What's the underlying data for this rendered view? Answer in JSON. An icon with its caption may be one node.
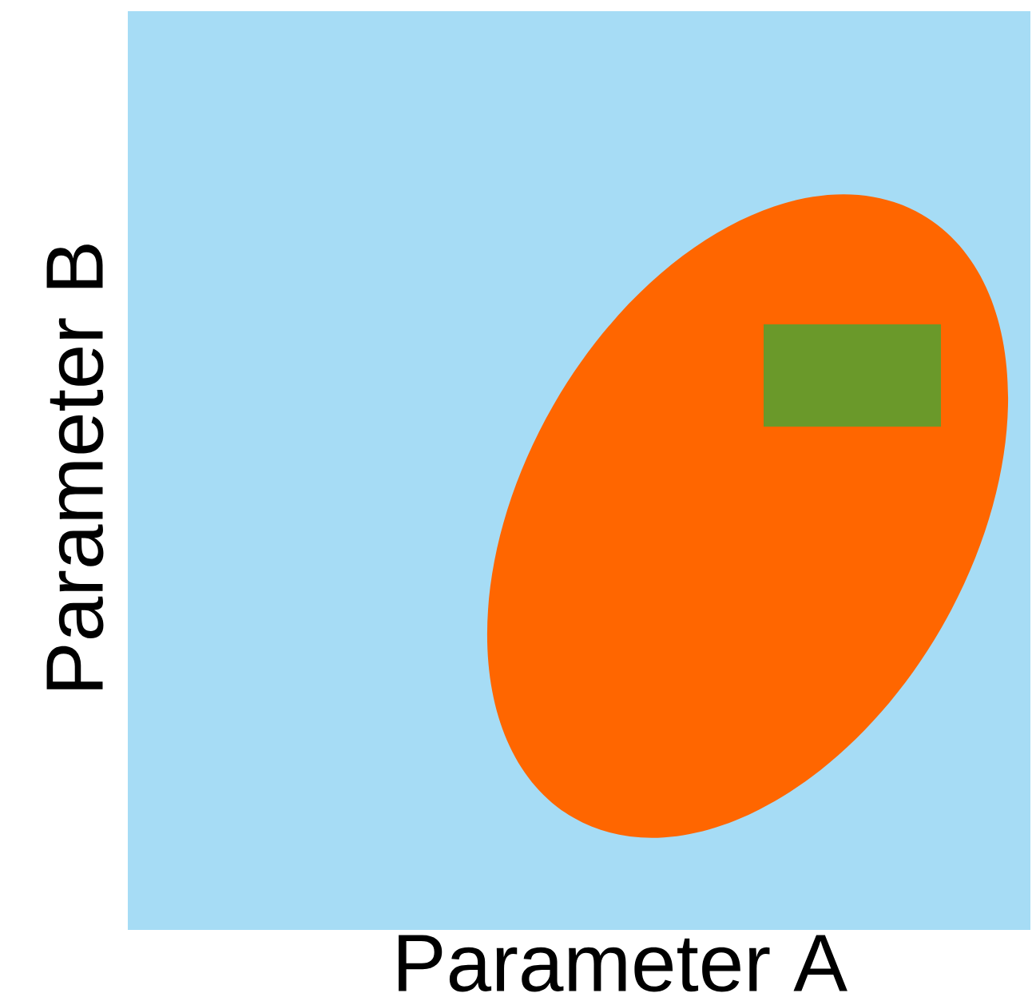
{
  "diagram": {
    "nodes": [
      {
        "text": [],
        "shape": "box"
      },
      {
        "text": [],
        "shape": "ellipse",
        "in": 0
      },
      {
        "text": [],
        "shape": "box",
        "in": 1
      }
    ],
    "labels": [
      "Parameter A",
      "Parameter B"
    ]
  }
}
